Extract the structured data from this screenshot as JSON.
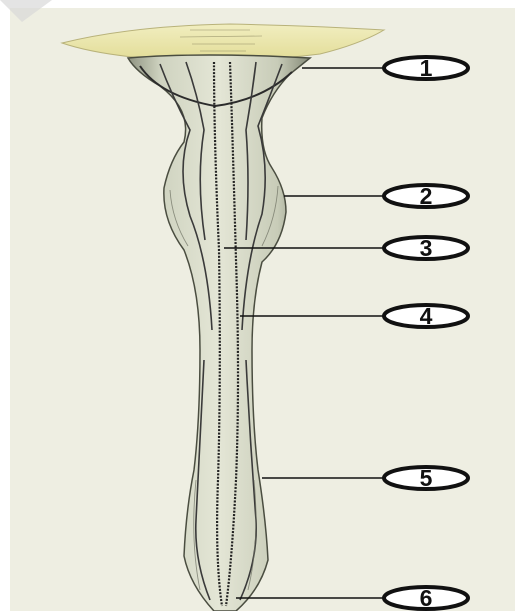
{
  "figure": {
    "background_color": "#eeeee2",
    "organ_color": "#cdd0bc",
    "cap_color": "#ece9a8",
    "line_color": "#1a1a1a"
  },
  "callouts": [
    {
      "number": "1"
    },
    {
      "number": "2"
    },
    {
      "number": "3"
    },
    {
      "number": "4"
    },
    {
      "number": "5"
    },
    {
      "number": "6"
    }
  ]
}
